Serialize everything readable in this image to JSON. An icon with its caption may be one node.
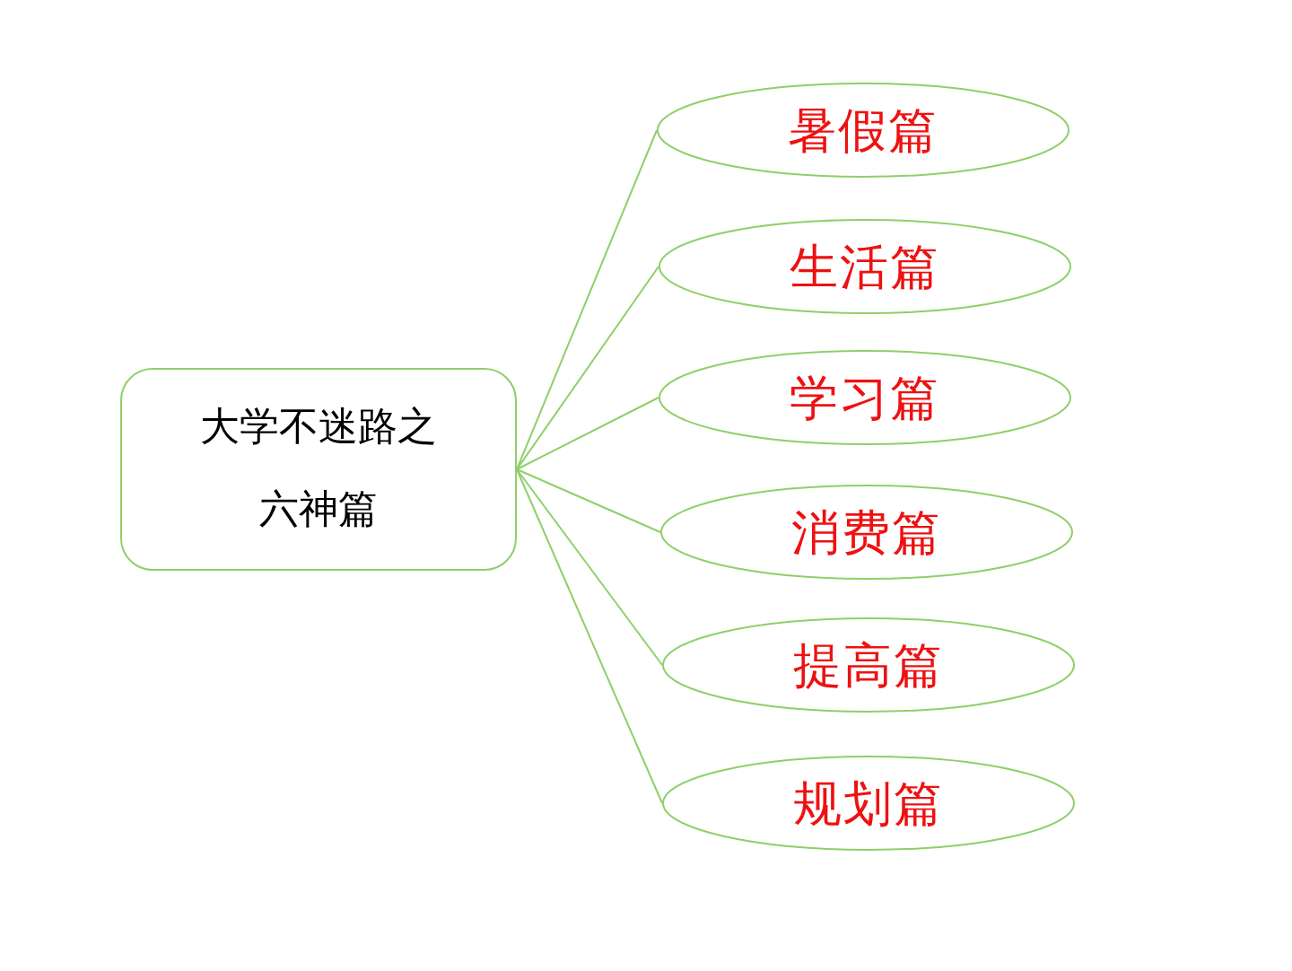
{
  "diagram": {
    "nodes": [
      {
        "text": [
          "大学不迷路之六神篇"
        ]
      },
      {
        "text": [
          "暑假篇"
        ]
      },
      {
        "text": [
          "生活篇"
        ]
      },
      {
        "text": [
          "学习篇"
        ]
      },
      {
        "text": [
          "消费篇"
        ]
      },
      {
        "text": [
          "提高篇"
        ]
      },
      {
        "text": [
          "规划篇"
        ]
      }
    ],
    "edges": [
      {
        "from": 0,
        "to": 1,
        "arrow": "none"
      },
      {
        "from": 0,
        "to": 2,
        "arrow": "none"
      },
      {
        "from": 0,
        "to": 3,
        "arrow": "none"
      },
      {
        "from": 0,
        "to": 4,
        "arrow": "none"
      },
      {
        "from": 0,
        "to": 5,
        "arrow": "none"
      },
      {
        "from": 0,
        "to": 6,
        "arrow": "none"
      }
    ]
  }
}
